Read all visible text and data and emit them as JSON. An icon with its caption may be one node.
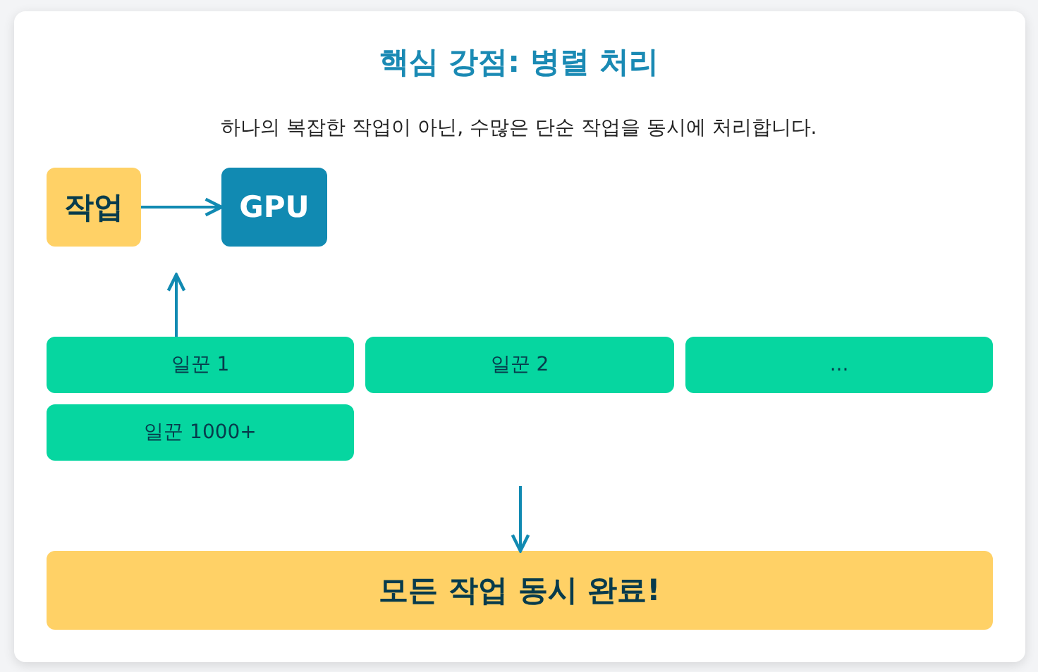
{
  "diagram": {
    "title": "핵심 강점: 병렬 처리",
    "nodes": [
      {
        "text": [
          "작업"
        ]
      },
      {
        "text": [
          "GPU"
        ]
      },
      {
        "text": [
          "일꾼 1"
        ]
      },
      {
        "text": [
          "일꾼 2"
        ]
      },
      {
        "text": [
          "..."
        ]
      },
      {
        "text": [
          "일꾼 1000+"
        ]
      },
      {
        "text": [
          "모든 작업 동시 완료!"
        ]
      }
    ],
    "edges": [
      {
        "from": 0,
        "to": 1,
        "arrow": "to"
      },
      {
        "from": 2,
        "to": null,
        "arrow": "to"
      },
      {
        "from": null,
        "to": 6,
        "arrow": "to"
      }
    ],
    "labels": [
      "하나의 복잡한 작업이 아닌, 수많은 단순 작업을 동시에 처리합니다."
    ]
  }
}
